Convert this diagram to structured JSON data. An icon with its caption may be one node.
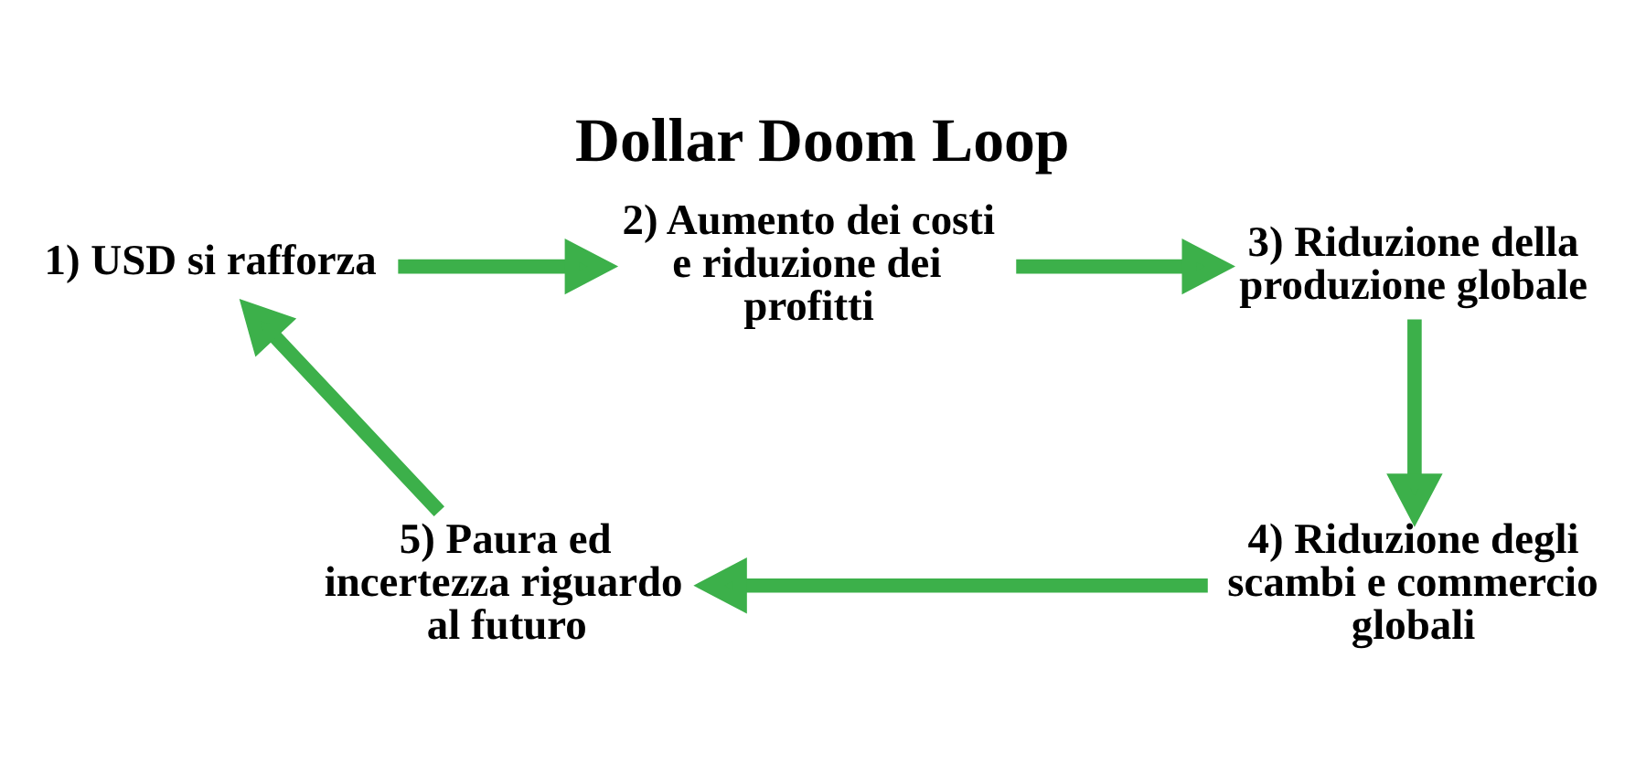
{
  "diagram": {
    "title": "Dollar Doom Loop",
    "nodes": [
      {
        "text": [
          "1) USD si rafforza"
        ]
      },
      {
        "text": [
          "2) Aumento dei costi e riduzione dei profitti"
        ]
      },
      {
        "text": [
          "3) Riduzione della produzione globale"
        ]
      },
      {
        "text": [
          "4) Riduzione degli scambi e commercio globali"
        ]
      },
      {
        "text": [
          "5) Paura ed incertezza riguardo al futuro"
        ]
      }
    ],
    "edges": [
      {
        "from": 0,
        "to": 1,
        "arrow": "to",
        "color": "#3cb04a"
      },
      {
        "from": 1,
        "to": 2,
        "arrow": "to",
        "color": "#3cb04a"
      },
      {
        "from": 2,
        "to": 3,
        "arrow": "to",
        "color": "#3cb04a"
      },
      {
        "from": 3,
        "to": 4,
        "arrow": "to",
        "color": "#3cb04a"
      },
      {
        "from": 4,
        "to": 0,
        "arrow": "to",
        "color": "#3cb04a"
      }
    ]
  }
}
